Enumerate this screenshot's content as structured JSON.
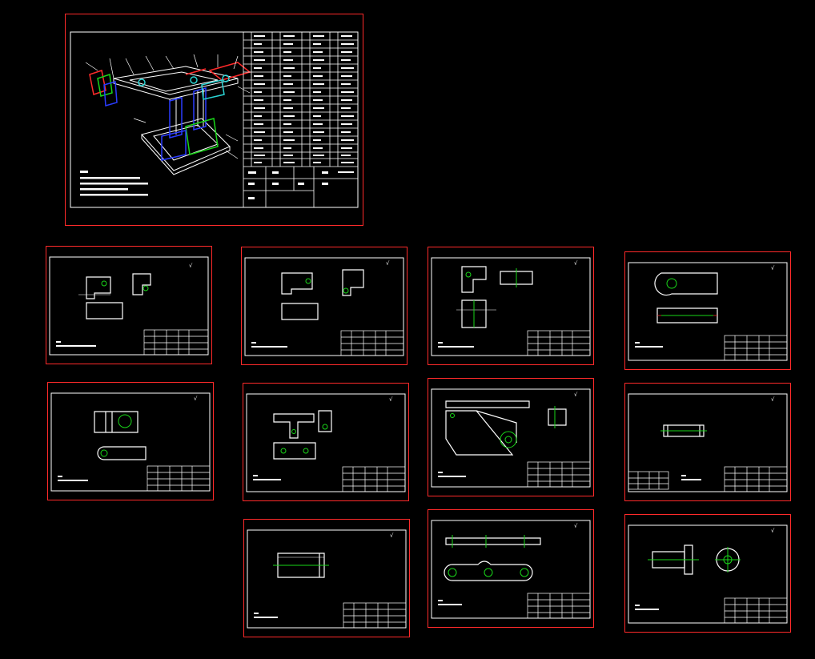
{
  "colors": {
    "background": "#000000",
    "sheet_border": "#ff2a2a",
    "linework": "#ffffff",
    "center_lines": "#19d619",
    "assembly_blue": "#2a3cff",
    "assembly_red": "#ff2a2a",
    "assembly_cyan": "#2ad4d4"
  },
  "drawing_sheets": [
    {
      "id": "sheet-assembly",
      "kind": "assembly drawing with bill of materials"
    },
    {
      "id": "sheet-part-1",
      "kind": "part drawing"
    },
    {
      "id": "sheet-part-2",
      "kind": "part drawing"
    },
    {
      "id": "sheet-part-3",
      "kind": "part drawing"
    },
    {
      "id": "sheet-part-4",
      "kind": "part drawing"
    },
    {
      "id": "sheet-part-5",
      "kind": "part drawing"
    },
    {
      "id": "sheet-part-6",
      "kind": "part drawing"
    },
    {
      "id": "sheet-part-7",
      "kind": "part drawing"
    },
    {
      "id": "sheet-part-8",
      "kind": "part drawing"
    },
    {
      "id": "sheet-part-9",
      "kind": "part drawing"
    },
    {
      "id": "sheet-part-10",
      "kind": "part drawing"
    },
    {
      "id": "sheet-part-11",
      "kind": "part drawing"
    }
  ],
  "icons": {
    "roughness": "surface-roughness-symbol-icon"
  }
}
